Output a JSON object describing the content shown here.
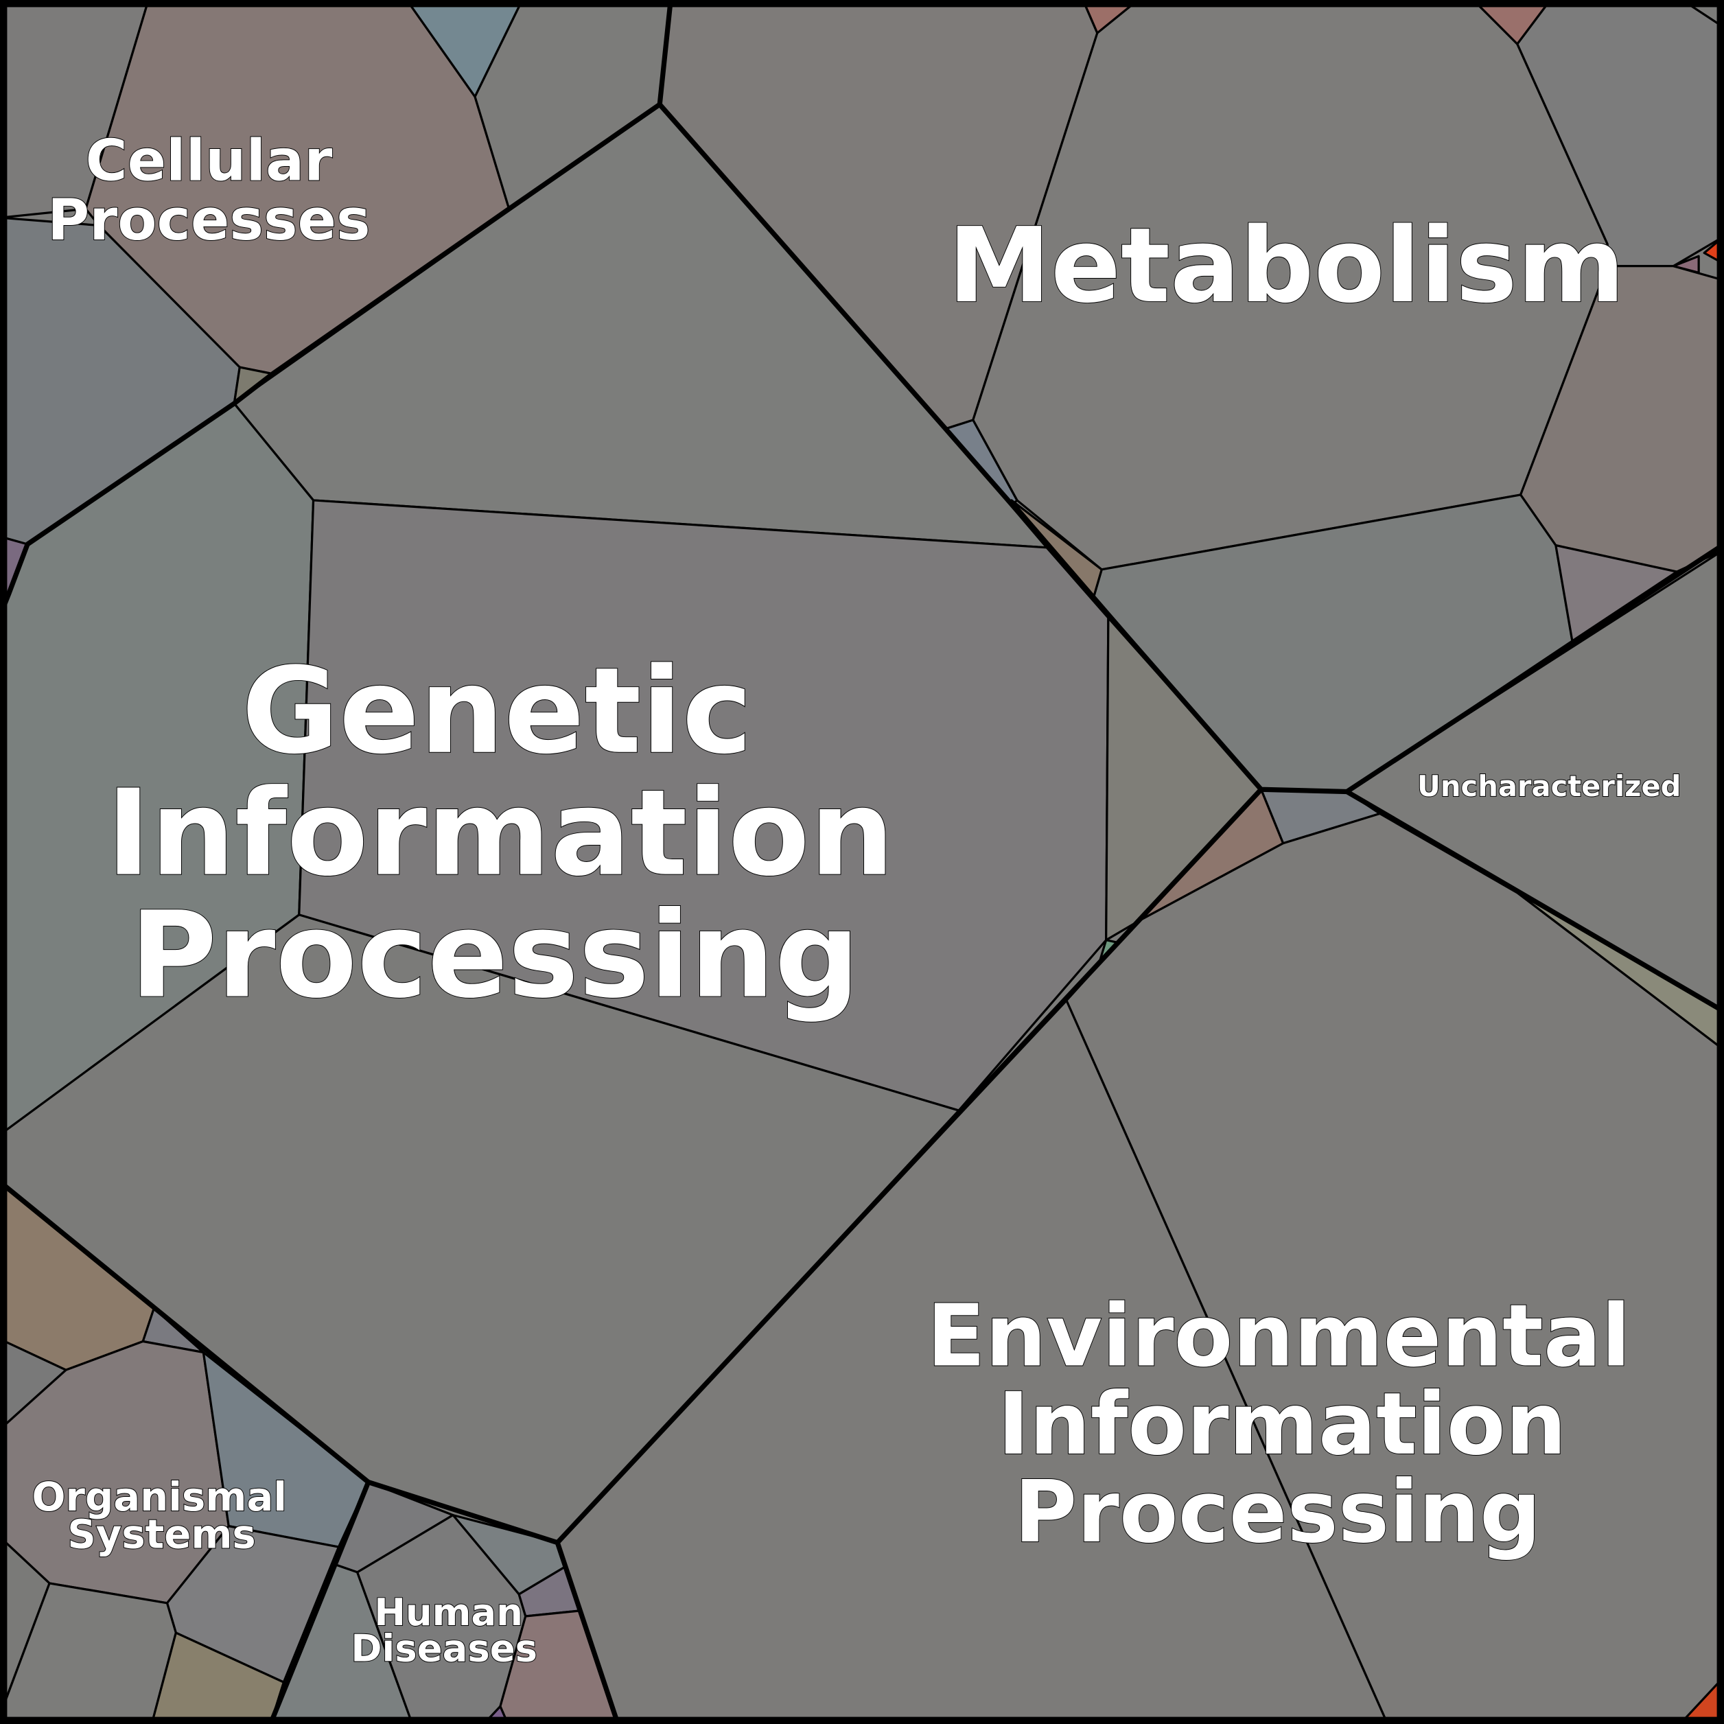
{
  "title": "Voronoi treemap of functional categories",
  "categories": {
    "metabolism": "Metabolism",
    "genetic": [
      "Genetic",
      "Information",
      "Processing"
    ],
    "environmental": [
      "Environmental",
      "Information",
      "Processing"
    ],
    "cellular": [
      "Cellular",
      "Processes"
    ],
    "organismal": [
      "Organismal",
      "Systems"
    ],
    "human_diseases": [
      "Human",
      "Diseases"
    ],
    "uncharacterized": "Uncharacterized"
  },
  "colors": {
    "border": "#000000",
    "label": "#ffffff",
    "base_gray": "#7c7c7a"
  }
}
